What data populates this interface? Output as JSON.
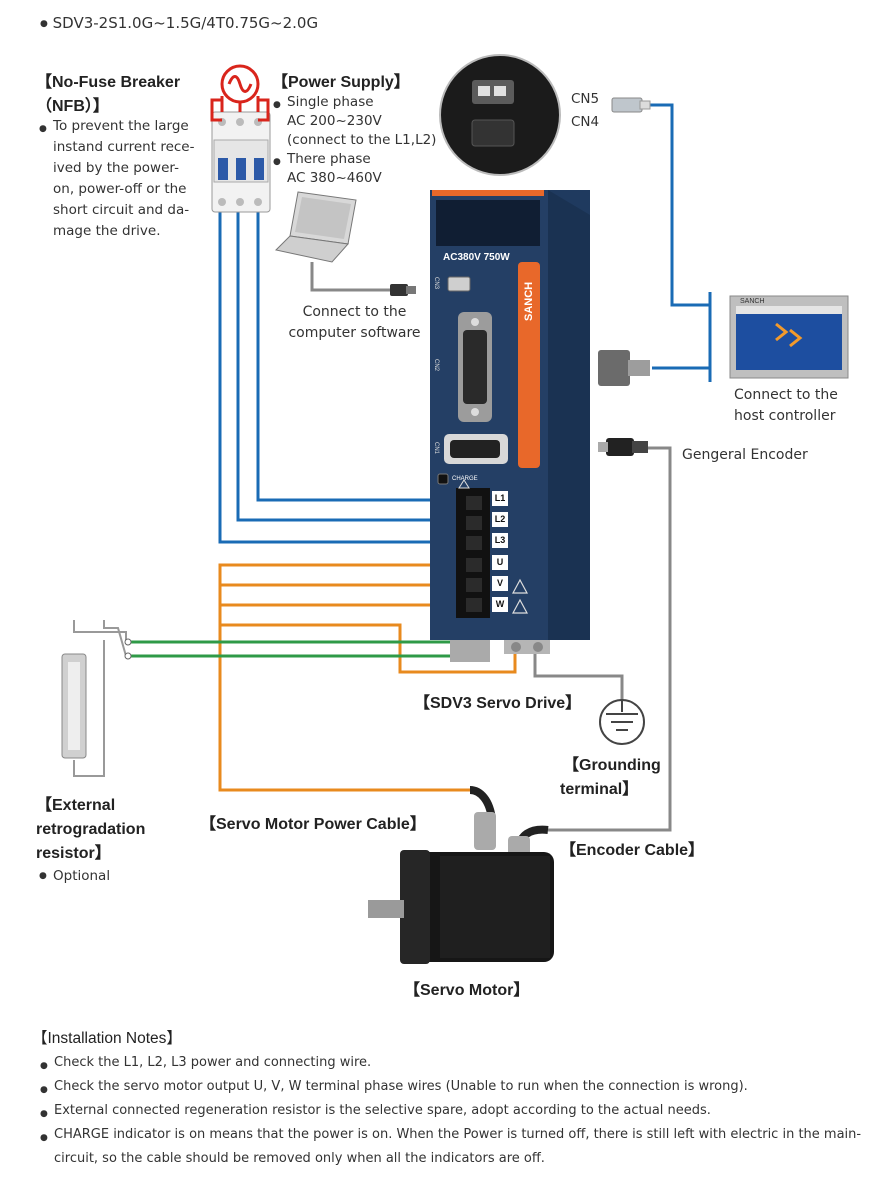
{
  "model_title": "SDV3-2S1.0G~1.5G/4T0.75G~2.0G",
  "nfb": {
    "title_1": "【No-Fuse Breaker",
    "title_2": "（NFB）】",
    "lines": [
      "To prevent the large",
      "instand current rece-",
      "ived by the power-",
      "on, power-off or the",
      "short circuit and da-",
      "mage the drive."
    ]
  },
  "power_supply": {
    "title": "【Power Supply】",
    "single_lines": [
      "Single phase",
      "AC 200~230V",
      "(connect to the L1,L2)"
    ],
    "three_lines": [
      "There phase",
      "AC 380~460V"
    ]
  },
  "computer": {
    "lines": [
      "Connect to the",
      "computer software"
    ]
  },
  "cn_ports": {
    "cn5": "CN5",
    "cn4": "CN4"
  },
  "host": {
    "lines": [
      "Connect to the",
      "host controller"
    ]
  },
  "encoder_general": "Gengeral Encoder",
  "drive": {
    "rating": "AC380V  750W",
    "brand": "SANCH",
    "cn3": "CN3",
    "cn2": "CN2",
    "cn1": "CN1",
    "charge": "CHARGE",
    "terminals": [
      "L1",
      "L2",
      "L3",
      "U",
      "V",
      "W"
    ],
    "caption": "【SDV3 Servo Drive】"
  },
  "grounding": {
    "line_1": "【Grounding",
    "line_2": "terminal】"
  },
  "resistor": {
    "lines": [
      "【External",
      "retrogradation",
      "resistor】"
    ],
    "optional": "Optional"
  },
  "motor_power_cable": "【Servo Motor Power Cable】",
  "encoder_cable": "【Encoder Cable】",
  "servo_motor": "【Servo Motor】",
  "hmi_brand": "SANCH",
  "install": {
    "title": "【Installation Notes】",
    "notes": [
      "Check the L1, L2, L3 power and connecting wire.",
      "Check the servo motor output U, V, W terminal phase wires (Unable to run when the connection is wrong).",
      "External connected regeneration resistor is the selective spare, adopt according to the actual needs.",
      "CHARGE indicator is on means that the power is on. When the Power is turned off, there is still left with electric in the main-circuit, so the cable should be removed only when all the indicators are off."
    ]
  },
  "colors": {
    "blue": "#1a6bb5",
    "orange": "#e88a1e",
    "green": "#2f9a47",
    "red": "#d9251c",
    "gray": "#777777",
    "drive_body": "#1f3a5f",
    "drive_accent": "#e8682a"
  }
}
